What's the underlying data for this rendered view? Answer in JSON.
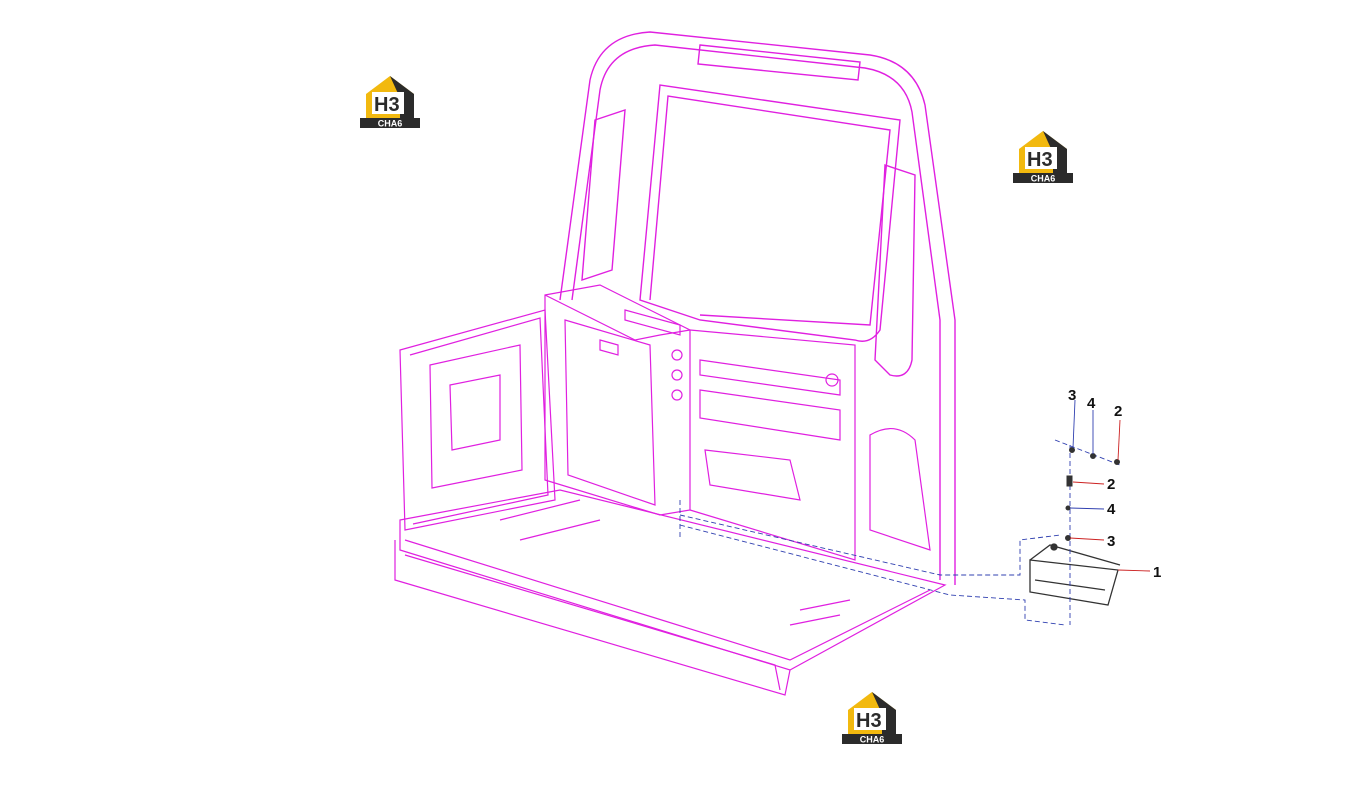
{
  "logo": {
    "mark_text": "H3",
    "sub_text": "CHA6",
    "accent_color": "#f2b90f",
    "dark_color": "#2b2b2b"
  },
  "callouts": [
    "3",
    "4",
    "2",
    "2",
    "4",
    "3",
    "1"
  ],
  "colors": {
    "outline": "#e020e0",
    "part": "#333333",
    "leader_red": "#cc2222",
    "leader_blue": "#3040b0"
  }
}
